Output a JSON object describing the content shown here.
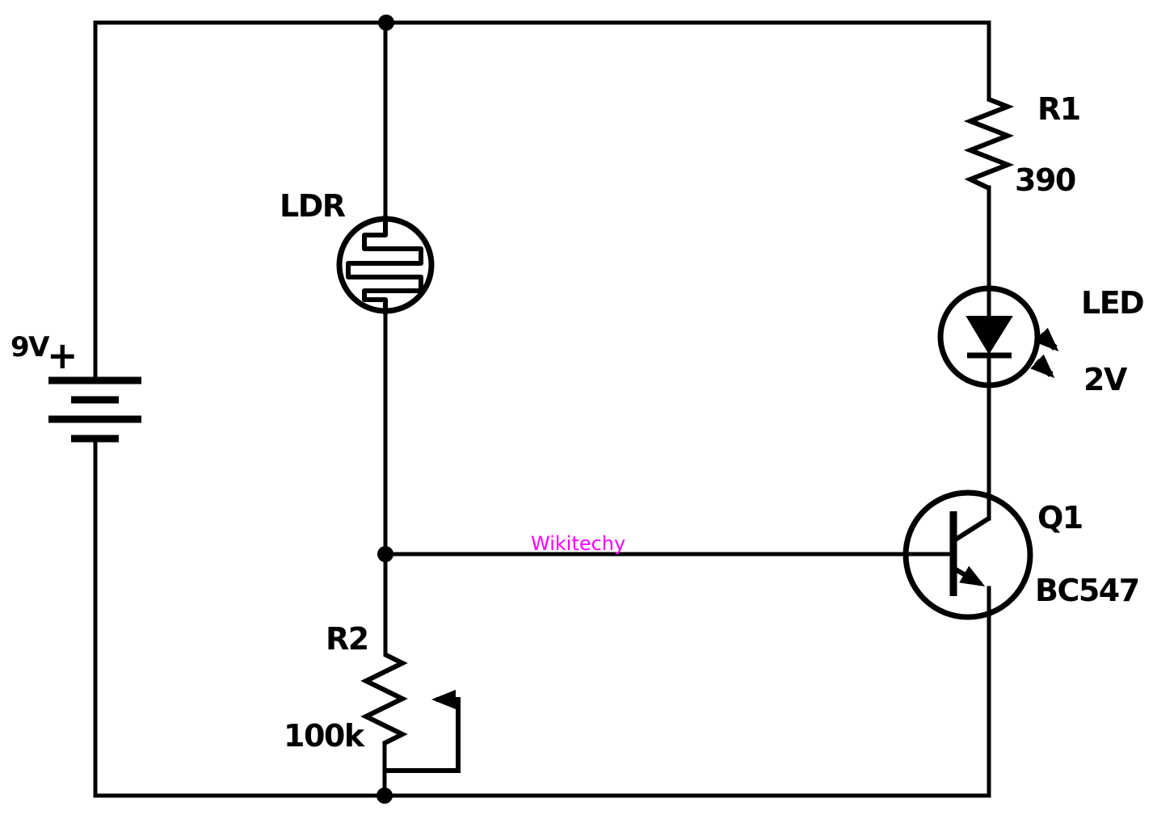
{
  "diagram": {
    "type": "circuit-schematic",
    "description_visible_text_only": true,
    "battery": {
      "voltage": "9V",
      "polarity": "+"
    },
    "components": {
      "ldr": {
        "label": "LDR"
      },
      "r1": {
        "label": "R1",
        "value": "390"
      },
      "led": {
        "label": "LED",
        "value": "2V"
      },
      "q1": {
        "label": "Q1",
        "value": "BC547"
      },
      "r2": {
        "label": "R2",
        "value": "100k"
      }
    },
    "watermark": {
      "text": "Wikitechy",
      "color": "#ff00ff"
    },
    "colors": {
      "wire": "#000000",
      "background": "#ffffff",
      "watermark": "#ff00ff"
    }
  }
}
